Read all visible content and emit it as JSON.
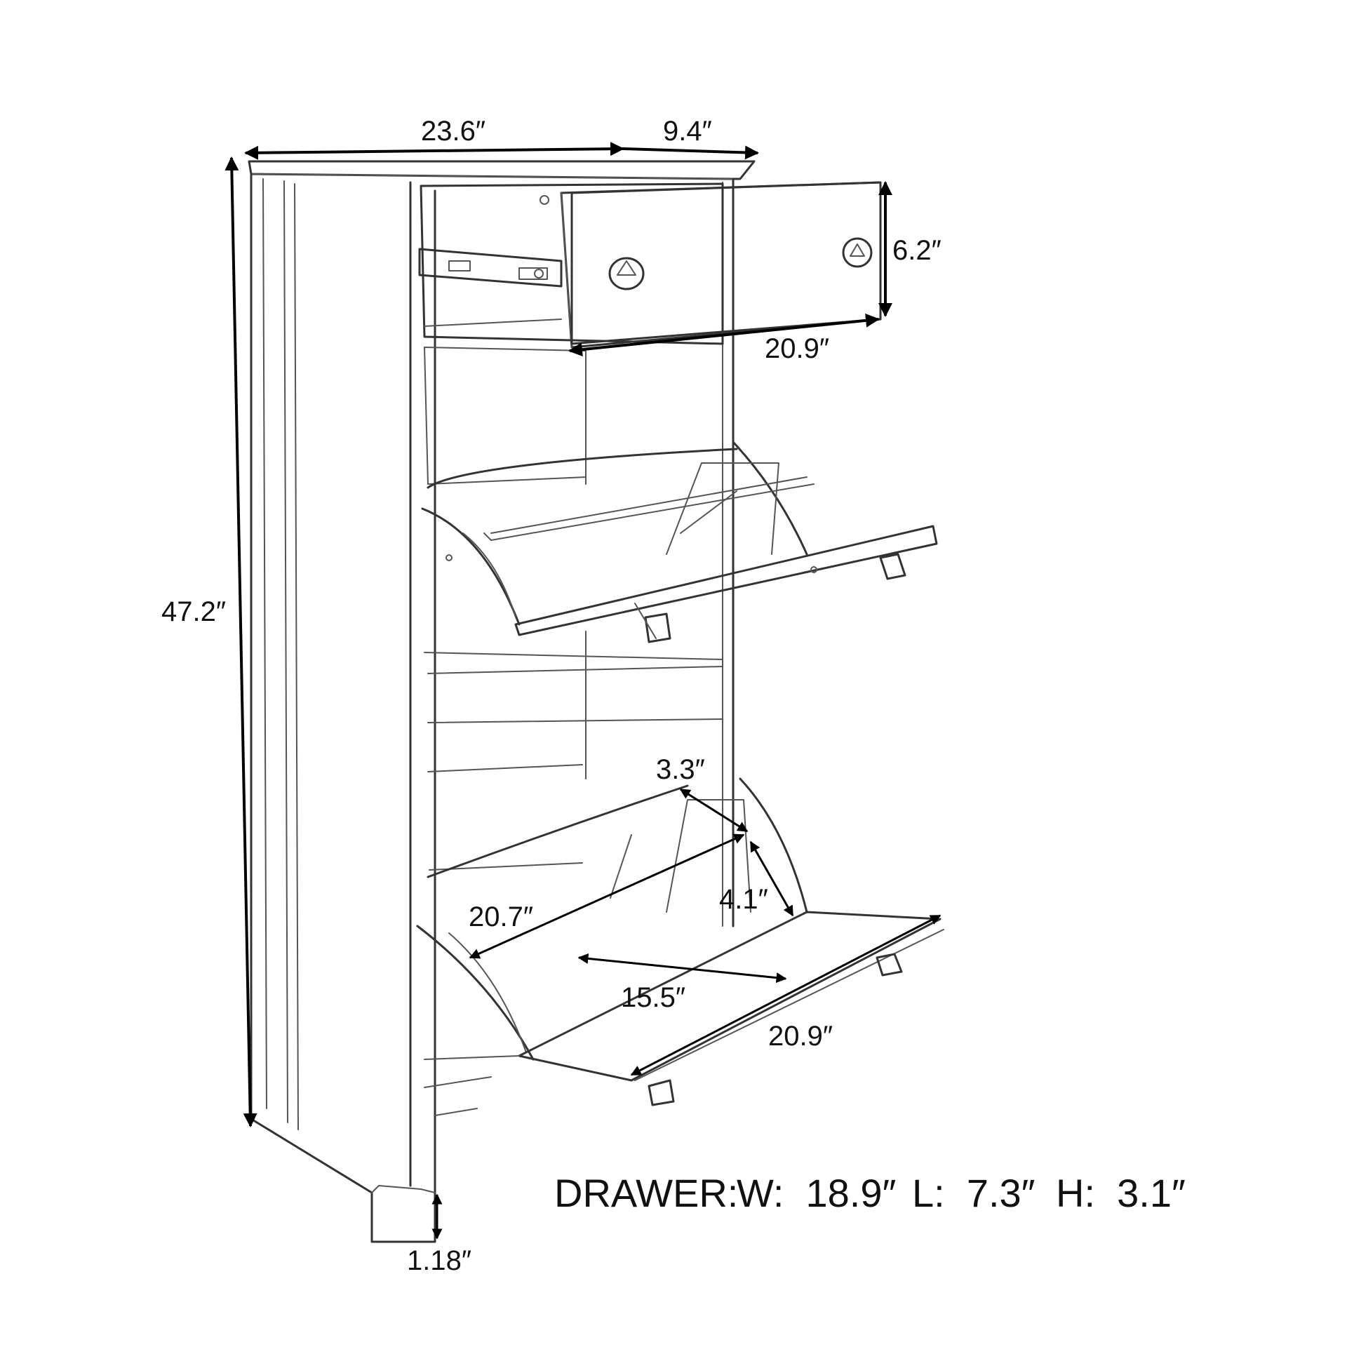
{
  "labels": {
    "top_width": "23.6″",
    "top_depth": "9.4″",
    "height": "47.2″",
    "drawer_front_height": "6.2″",
    "drawer_front_width": "20.9″",
    "flap_gap": "3.3″",
    "flap_depth": "4.1″",
    "inner_length": "20.7″",
    "inner_width": "15.5″",
    "flap_width": "20.9″",
    "leg_height": "1.18″"
  },
  "drawer_spec": {
    "title": "DRAWER:",
    "w": "W:  18.9″",
    "l": "L:  7.3″",
    "h": "H:  3.1″"
  },
  "colors": {
    "outline": "#333333",
    "dimension": "#000000",
    "background": "#ffffff"
  }
}
